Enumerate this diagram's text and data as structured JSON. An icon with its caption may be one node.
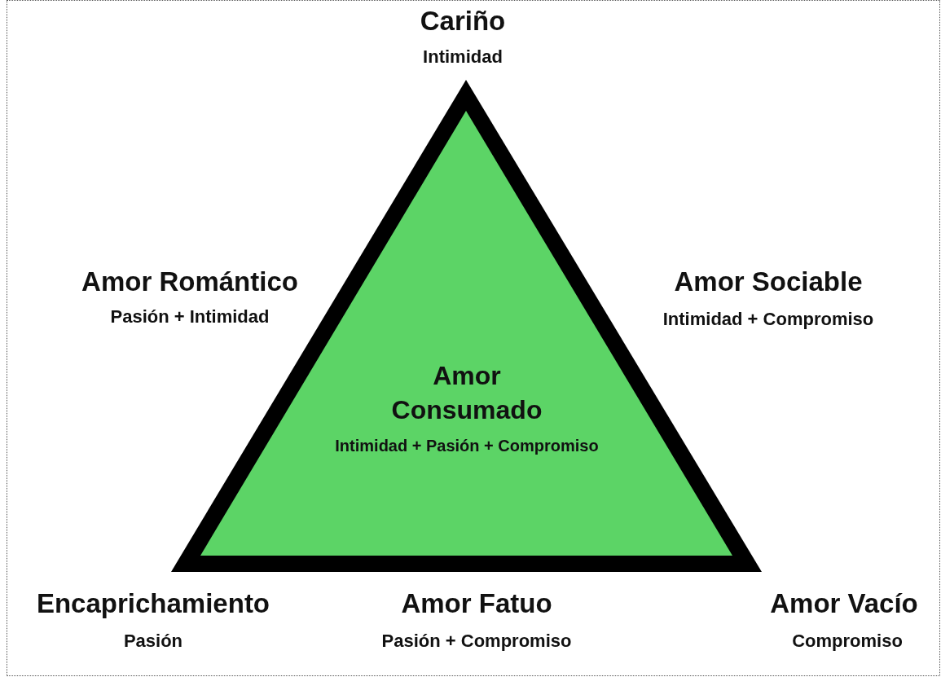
{
  "diagram": {
    "nodes": [
      {
        "text": [
          "Amor Consumado",
          "Intimidad + Pasión + Compromiso"
        ]
      }
    ],
    "labels": [
      "Cariño",
      "Intimidad",
      "Amor Romántico",
      "Pasión + Intimidad",
      "Amor Sociable",
      "Intimidad + Compromiso",
      "Encaprichamiento",
      "Pasión",
      "Amor Fatuo",
      "Pasión + Compromiso",
      "Amor Vacío",
      "Compromiso"
    ]
  }
}
